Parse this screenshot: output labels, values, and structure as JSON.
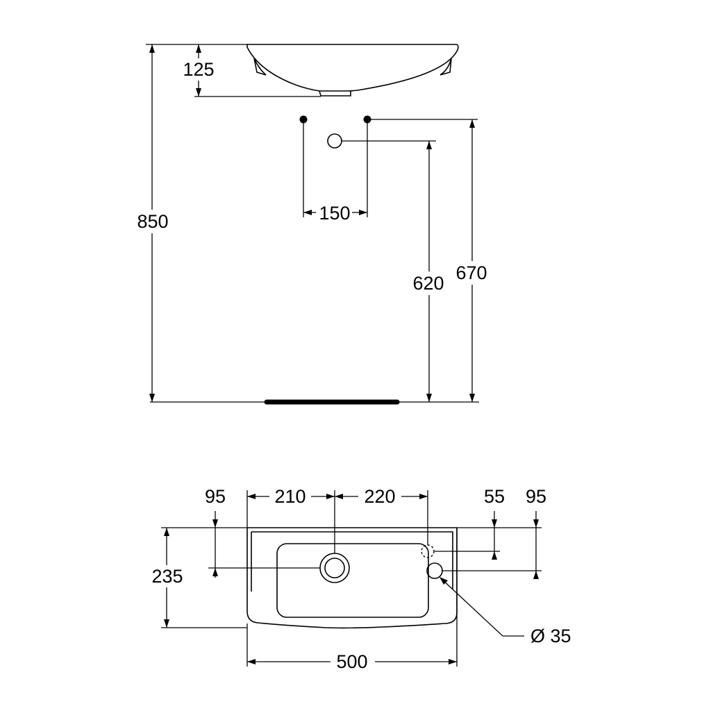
{
  "side_view": {
    "dims": {
      "height_total": "850",
      "depth_125": "125",
      "tap_spacing": "150",
      "height_waste": "620",
      "height_taps": "670"
    }
  },
  "top_view": {
    "dims": {
      "edge_95_left": "95",
      "dist_210": "210",
      "dist_220": "220",
      "offset_55": "55",
      "edge_95_right": "95",
      "depth_235": "235",
      "width_500": "500",
      "hole_diameter": "Ø 35"
    }
  }
}
